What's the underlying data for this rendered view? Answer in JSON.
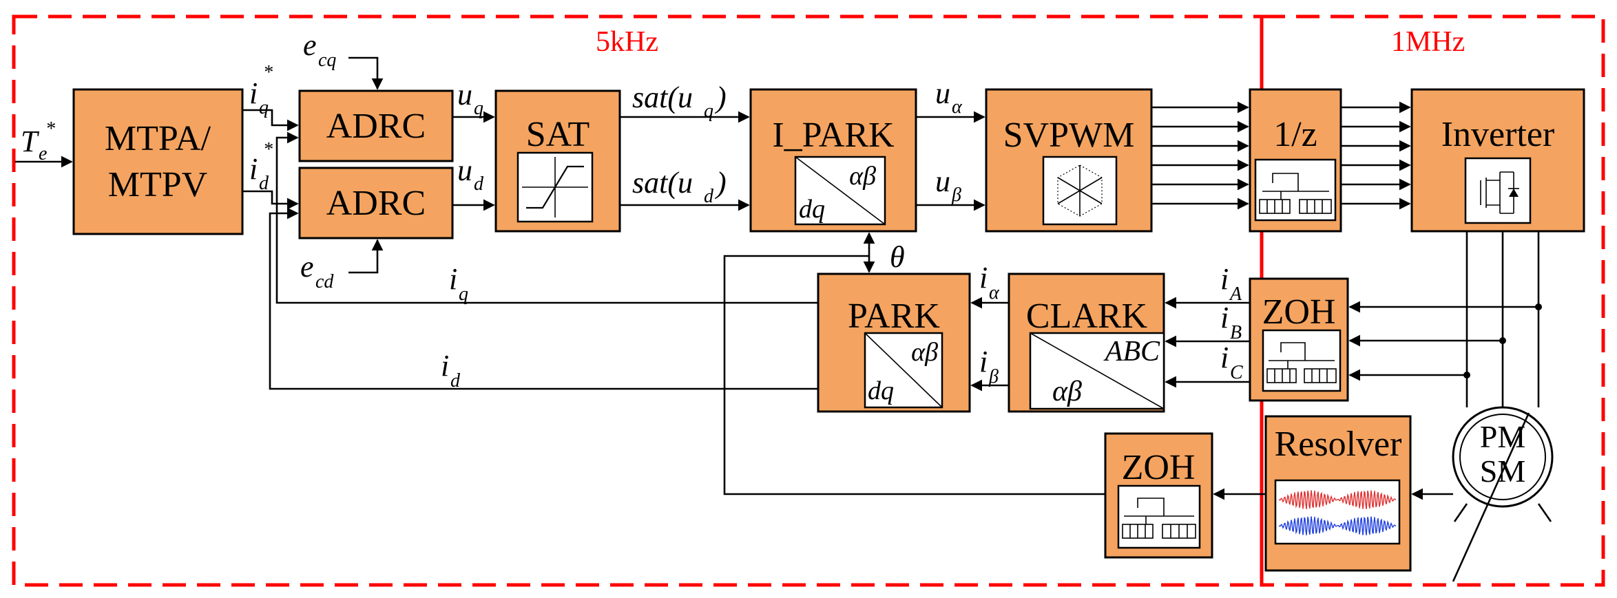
{
  "regions": {
    "left_rate": "5kHz",
    "right_rate": "1MHz"
  },
  "blocks": {
    "mtpa_line1": "MTPA/",
    "mtpa_line2": "MTPV",
    "adrc_q": "ADRC",
    "adrc_d": "ADRC",
    "sat": "SAT",
    "ipark": "I_PARK",
    "ipark_top": "αβ",
    "ipark_bottom": "dq",
    "svpwm": "SVPWM",
    "delay": "1/z",
    "inverter": "Inverter",
    "park": "PARK",
    "park_top": "αβ",
    "park_bottom": "dq",
    "clark": "CLARK",
    "clark_top": "ABC",
    "clark_bottom": "αβ",
    "zoh_current": "ZOH",
    "zoh_angle": "ZOH",
    "resolver": "Resolver",
    "motor_line1": "PM",
    "motor_line2": "SM"
  },
  "signals": {
    "torque_ref": "T",
    "torque_ref_sub": "e",
    "torque_ref_sup": "*",
    "iq_ref": "i",
    "iq_ref_sub": "q",
    "iq_ref_sup": "*",
    "id_ref": "i",
    "id_ref_sub": "d",
    "id_ref_sup": "*",
    "ecq": "e",
    "ecq_sub": "cq",
    "ecd": "e",
    "ecd_sub": "cd",
    "uq": "u",
    "uq_sub": "q",
    "ud": "u",
    "ud_sub": "d",
    "sat_uq": "sat(u",
    "sat_uq_sub": "q",
    "sat_uq_end": ")",
    "sat_ud": "sat(u",
    "sat_ud_sub": "d",
    "sat_ud_end": ")",
    "ualpha": "u",
    "ualpha_sub": "α",
    "ubeta": "u",
    "ubeta_sub": "β",
    "theta": "θ",
    "iq_fb": "i",
    "iq_fb_sub": "q",
    "id_fb": "i",
    "id_fb_sub": "d",
    "ialpha": "i",
    "ialpha_sub": "α",
    "ibeta": "i",
    "ibeta_sub": "β",
    "iA": "i",
    "iA_sub": "A",
    "iB": "i",
    "iB_sub": "B",
    "iC": "i",
    "iC_sub": "C"
  }
}
